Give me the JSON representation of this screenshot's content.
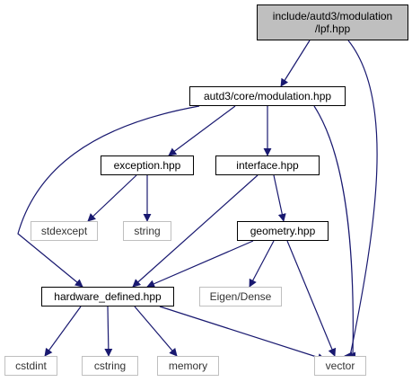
{
  "nodes": {
    "root": {
      "lines": [
        "include/autd3/modulation",
        "/lpf.hpp"
      ],
      "kind": "root"
    },
    "modulation": {
      "lines": [
        "autd3/core/modulation.hpp"
      ],
      "kind": "internal"
    },
    "exception": {
      "lines": [
        "exception.hpp"
      ],
      "kind": "internal"
    },
    "interface": {
      "lines": [
        "interface.hpp"
      ],
      "kind": "internal"
    },
    "stdexcept": {
      "lines": [
        "stdexcept"
      ],
      "kind": "external"
    },
    "string": {
      "lines": [
        "string"
      ],
      "kind": "external"
    },
    "geometry": {
      "lines": [
        "geometry.hpp"
      ],
      "kind": "internal"
    },
    "hardware_defined": {
      "lines": [
        "hardware_defined.hpp"
      ],
      "kind": "internal"
    },
    "eigen": {
      "lines": [
        "Eigen/Dense"
      ],
      "kind": "external"
    },
    "cstdint": {
      "lines": [
        "cstdint"
      ],
      "kind": "external"
    },
    "cstring": {
      "lines": [
        "cstring"
      ],
      "kind": "external"
    },
    "memory": {
      "lines": [
        "memory"
      ],
      "kind": "external"
    },
    "vector": {
      "lines": [
        "vector"
      ],
      "kind": "external"
    }
  },
  "edges": [
    [
      "root",
      "modulation"
    ],
    [
      "root",
      "vector"
    ],
    [
      "modulation",
      "exception"
    ],
    [
      "modulation",
      "interface"
    ],
    [
      "modulation",
      "hardware_defined"
    ],
    [
      "modulation",
      "vector"
    ],
    [
      "exception",
      "stdexcept"
    ],
    [
      "exception",
      "string"
    ],
    [
      "interface",
      "geometry"
    ],
    [
      "interface",
      "hardware_defined"
    ],
    [
      "geometry",
      "hardware_defined"
    ],
    [
      "geometry",
      "eigen"
    ],
    [
      "geometry",
      "vector"
    ],
    [
      "hardware_defined",
      "cstdint"
    ],
    [
      "hardware_defined",
      "cstring"
    ],
    [
      "hardware_defined",
      "memory"
    ],
    [
      "hardware_defined",
      "vector"
    ]
  ],
  "colors": {
    "edge": "#191970",
    "root_fill": "#bfbfbf",
    "external_border": "#bfbfbf",
    "internal_border": "#000000"
  }
}
